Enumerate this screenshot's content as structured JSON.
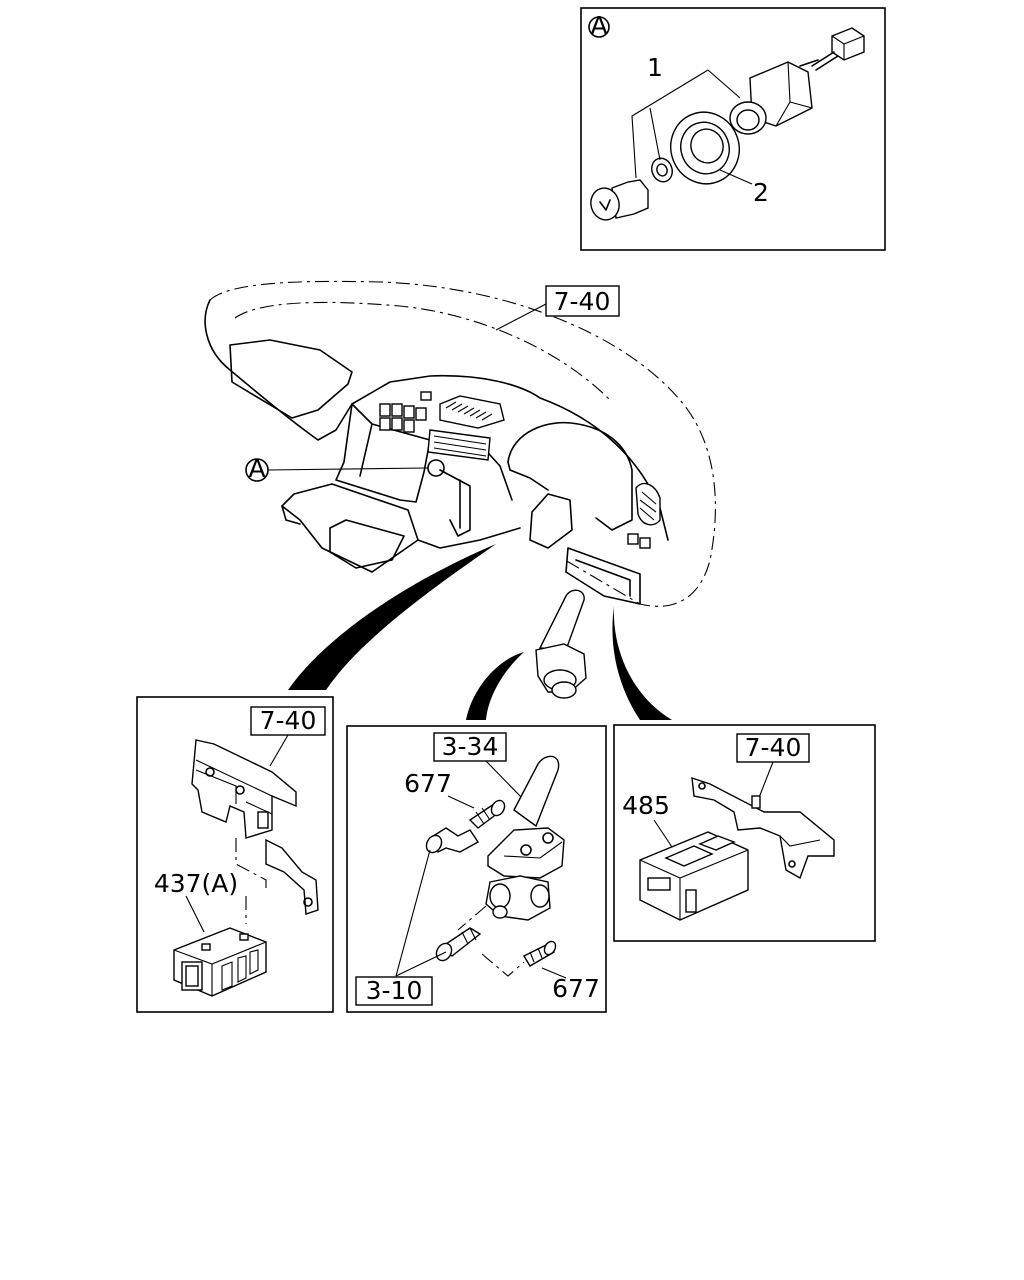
{
  "detail_a": {
    "marker": "A",
    "callouts": {
      "part_1": "1",
      "part_2": "2"
    }
  },
  "dashboard": {
    "ref_box": "7-40",
    "location_marker": "A"
  },
  "left_panel": {
    "ref_box": "7-40",
    "part_label": "437(A)"
  },
  "center_panel": {
    "ref_box_top": "3-34",
    "ref_box_bottom": "3-10",
    "label_upper": "677",
    "label_lower": "677"
  },
  "right_panel": {
    "ref_box": "7-40",
    "part_label": "485"
  }
}
